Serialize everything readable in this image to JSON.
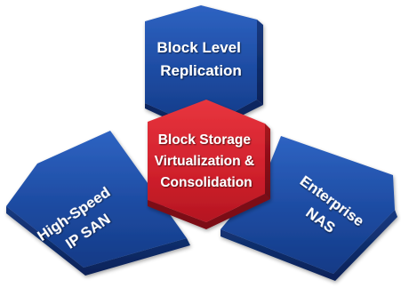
{
  "diagram": {
    "top_block": {
      "lines": [
        "Block Level",
        "Replication"
      ]
    },
    "center_block": {
      "lines": [
        "Block Storage",
        "Virtualization &",
        "Consolidation"
      ]
    },
    "left_block": {
      "lines": [
        "High-Speed",
        "IP SAN"
      ]
    },
    "right_block": {
      "lines": [
        "Enterprise",
        "NAS"
      ]
    }
  },
  "colors": {
    "blue_face": "#1c4aa0",
    "blue_dark": "#0e2a66",
    "red_face": "#d32230",
    "red_dark": "#8c1019",
    "text": "#ffffff"
  }
}
